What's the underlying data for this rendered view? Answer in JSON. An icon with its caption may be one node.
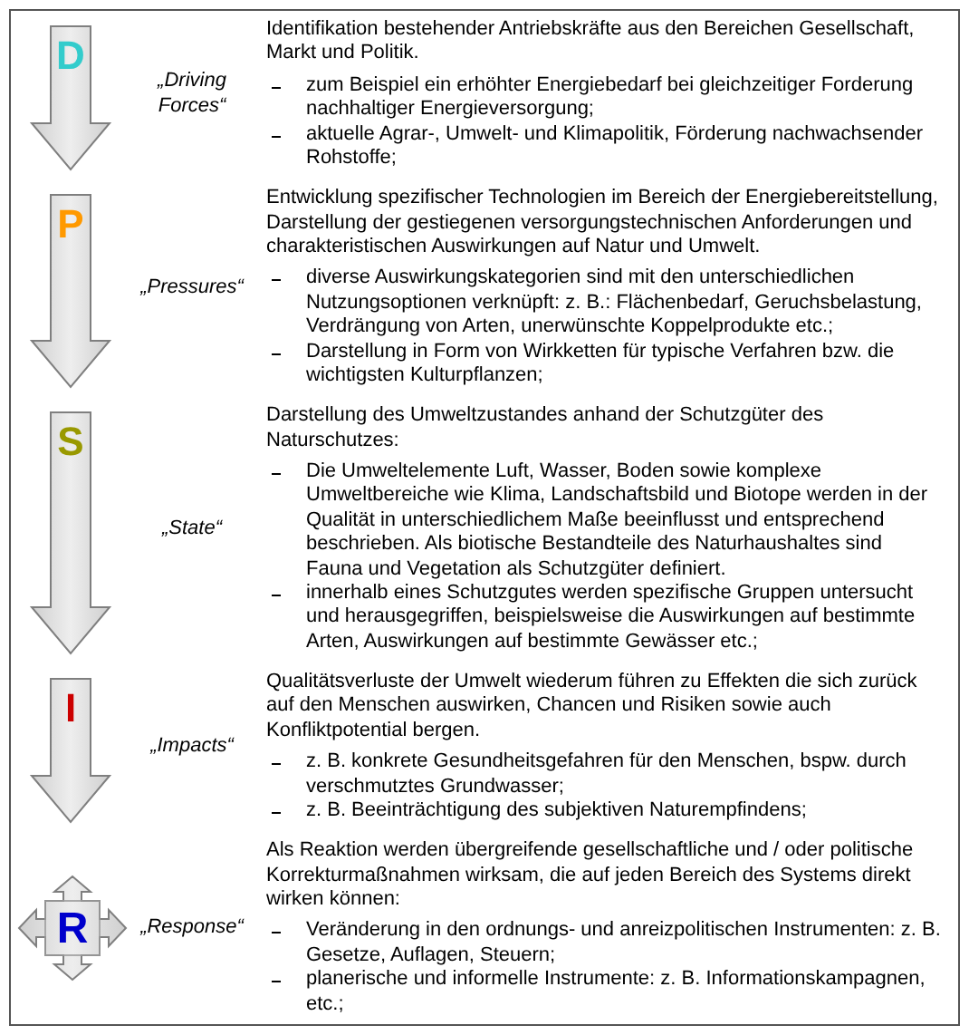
{
  "diagram": {
    "nodes": [
      {
        "text": [
          "D"
        ],
        "beside": [
          "„Driving Forces“"
        ]
      },
      {
        "text": [
          "P"
        ],
        "beside": [
          "„Pressures“"
        ]
      },
      {
        "text": [
          "S"
        ],
        "beside": [
          "„State“"
        ]
      },
      {
        "text": [
          "I"
        ],
        "beside": [
          "„Impacts“"
        ]
      },
      {
        "text": [
          "R"
        ],
        "beside": [
          "„Response“"
        ]
      }
    ],
    "labels": [
      "Identifikation bestehender Antriebskräfte aus den Bereichen Gesellschaft, Markt und Politik.",
      "zum Beispiel ein erhöhter Energiebedarf bei gleichzeitiger Forderung nachhaltiger Energieversorgung;",
      "aktuelle Agrar-, Umwelt- und Klimapolitik, Förderung nachwachsender Rohstoffe;",
      "Entwicklung spezifischer Technologien im Bereich der Energiebereitstellung, Darstellung der gestiegenen versorgungstechnischen Anforderungen und charakteristischen Auswirkungen auf Natur und Umwelt.",
      "diverse Auswirkungskategorien sind mit den unterschiedlichen Nutzungsoptionen verknüpft: z. B.: Flächenbedarf, Geruchsbelastung, Verdrängung von Arten, unerwünschte Koppelprodukte etc.;",
      "Darstellung in Form von Wirkketten für typische Verfahren bzw. die wichtigsten Kulturpflanzen;",
      "Darstellung des Umweltzustandes anhand der Schutzgüter des Naturschutzes:",
      "Die Umweltelemente Luft, Wasser, Boden sowie komplexe Umweltbereiche wie Klima, Landschaftsbild und Biotope werden in der Qualität in unterschiedlichem Maße beeinflusst und entsprechend beschrieben. Als biotische Bestandteile des Naturhaushaltes sind Fauna und Vegetation als Schutzgüter definiert.",
      "innerhalb eines Schutzgutes werden spezifische Gruppen untersucht und herausgegriffen, beispielsweise die Auswirkungen auf bestimmte Arten, Auswirkungen auf bestimmte Gewässer etc.;",
      "Qualitätsverluste der Umwelt wiederum führen zu Effekten die sich zurück auf den Menschen auswirken, Chancen und Risiken sowie auch Konfliktpotential bergen.",
      "z. B. konkrete Gesundheitsgefahren für den Menschen, bspw. durch verschmutztes Grundwasser;",
      "z. B. Beeinträchtigung des subjektiven Naturempfindens;",
      "Als Reaktion werden übergreifende gesellschaftliche und / oder politische Korrekturmaßnahmen wirksam, die auf jeden Bereich des Systems direkt wirken können:",
      "Veränderung in den ordnungs- und anreizpolitischen Instrumenten: z. B. Gesetze, Auflagen, Steuern;",
      "planerische und informelle Instrumente: z. B. Informationskampagnen, etc.;"
    ]
  }
}
